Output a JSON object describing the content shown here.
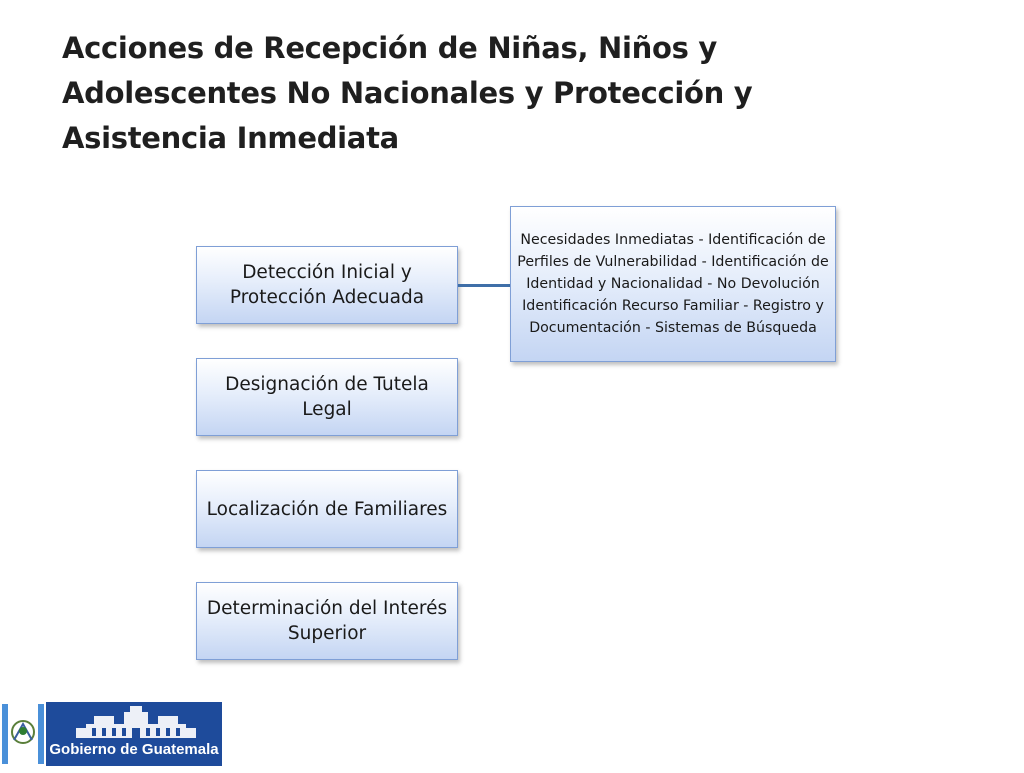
{
  "slide": {
    "title": "Acciones de Recepción de Niñas, Niños y Adolescentes No Nacionales y Protección y Asistencia Inmediata"
  },
  "diagram": {
    "boxes": [
      "Detección Inicial y Protección Adecuada",
      "Designación de Tutela Legal",
      "Localización de Familiares",
      "Determinación del Interés Superior"
    ],
    "detail": "Necesidades Inmediatas - Identificación de Perfiles de Vulnerabilidad - Identificación de Identidad y Nacionalidad - No  Devolución Identificación Recurso Familiar - Registro y Documentación - Sistemas de Búsqueda"
  },
  "logo": {
    "text": "Gobierno de Guatemala",
    "colors": {
      "blue": "#1e4b9b",
      "accent": "#4a90d9"
    }
  }
}
